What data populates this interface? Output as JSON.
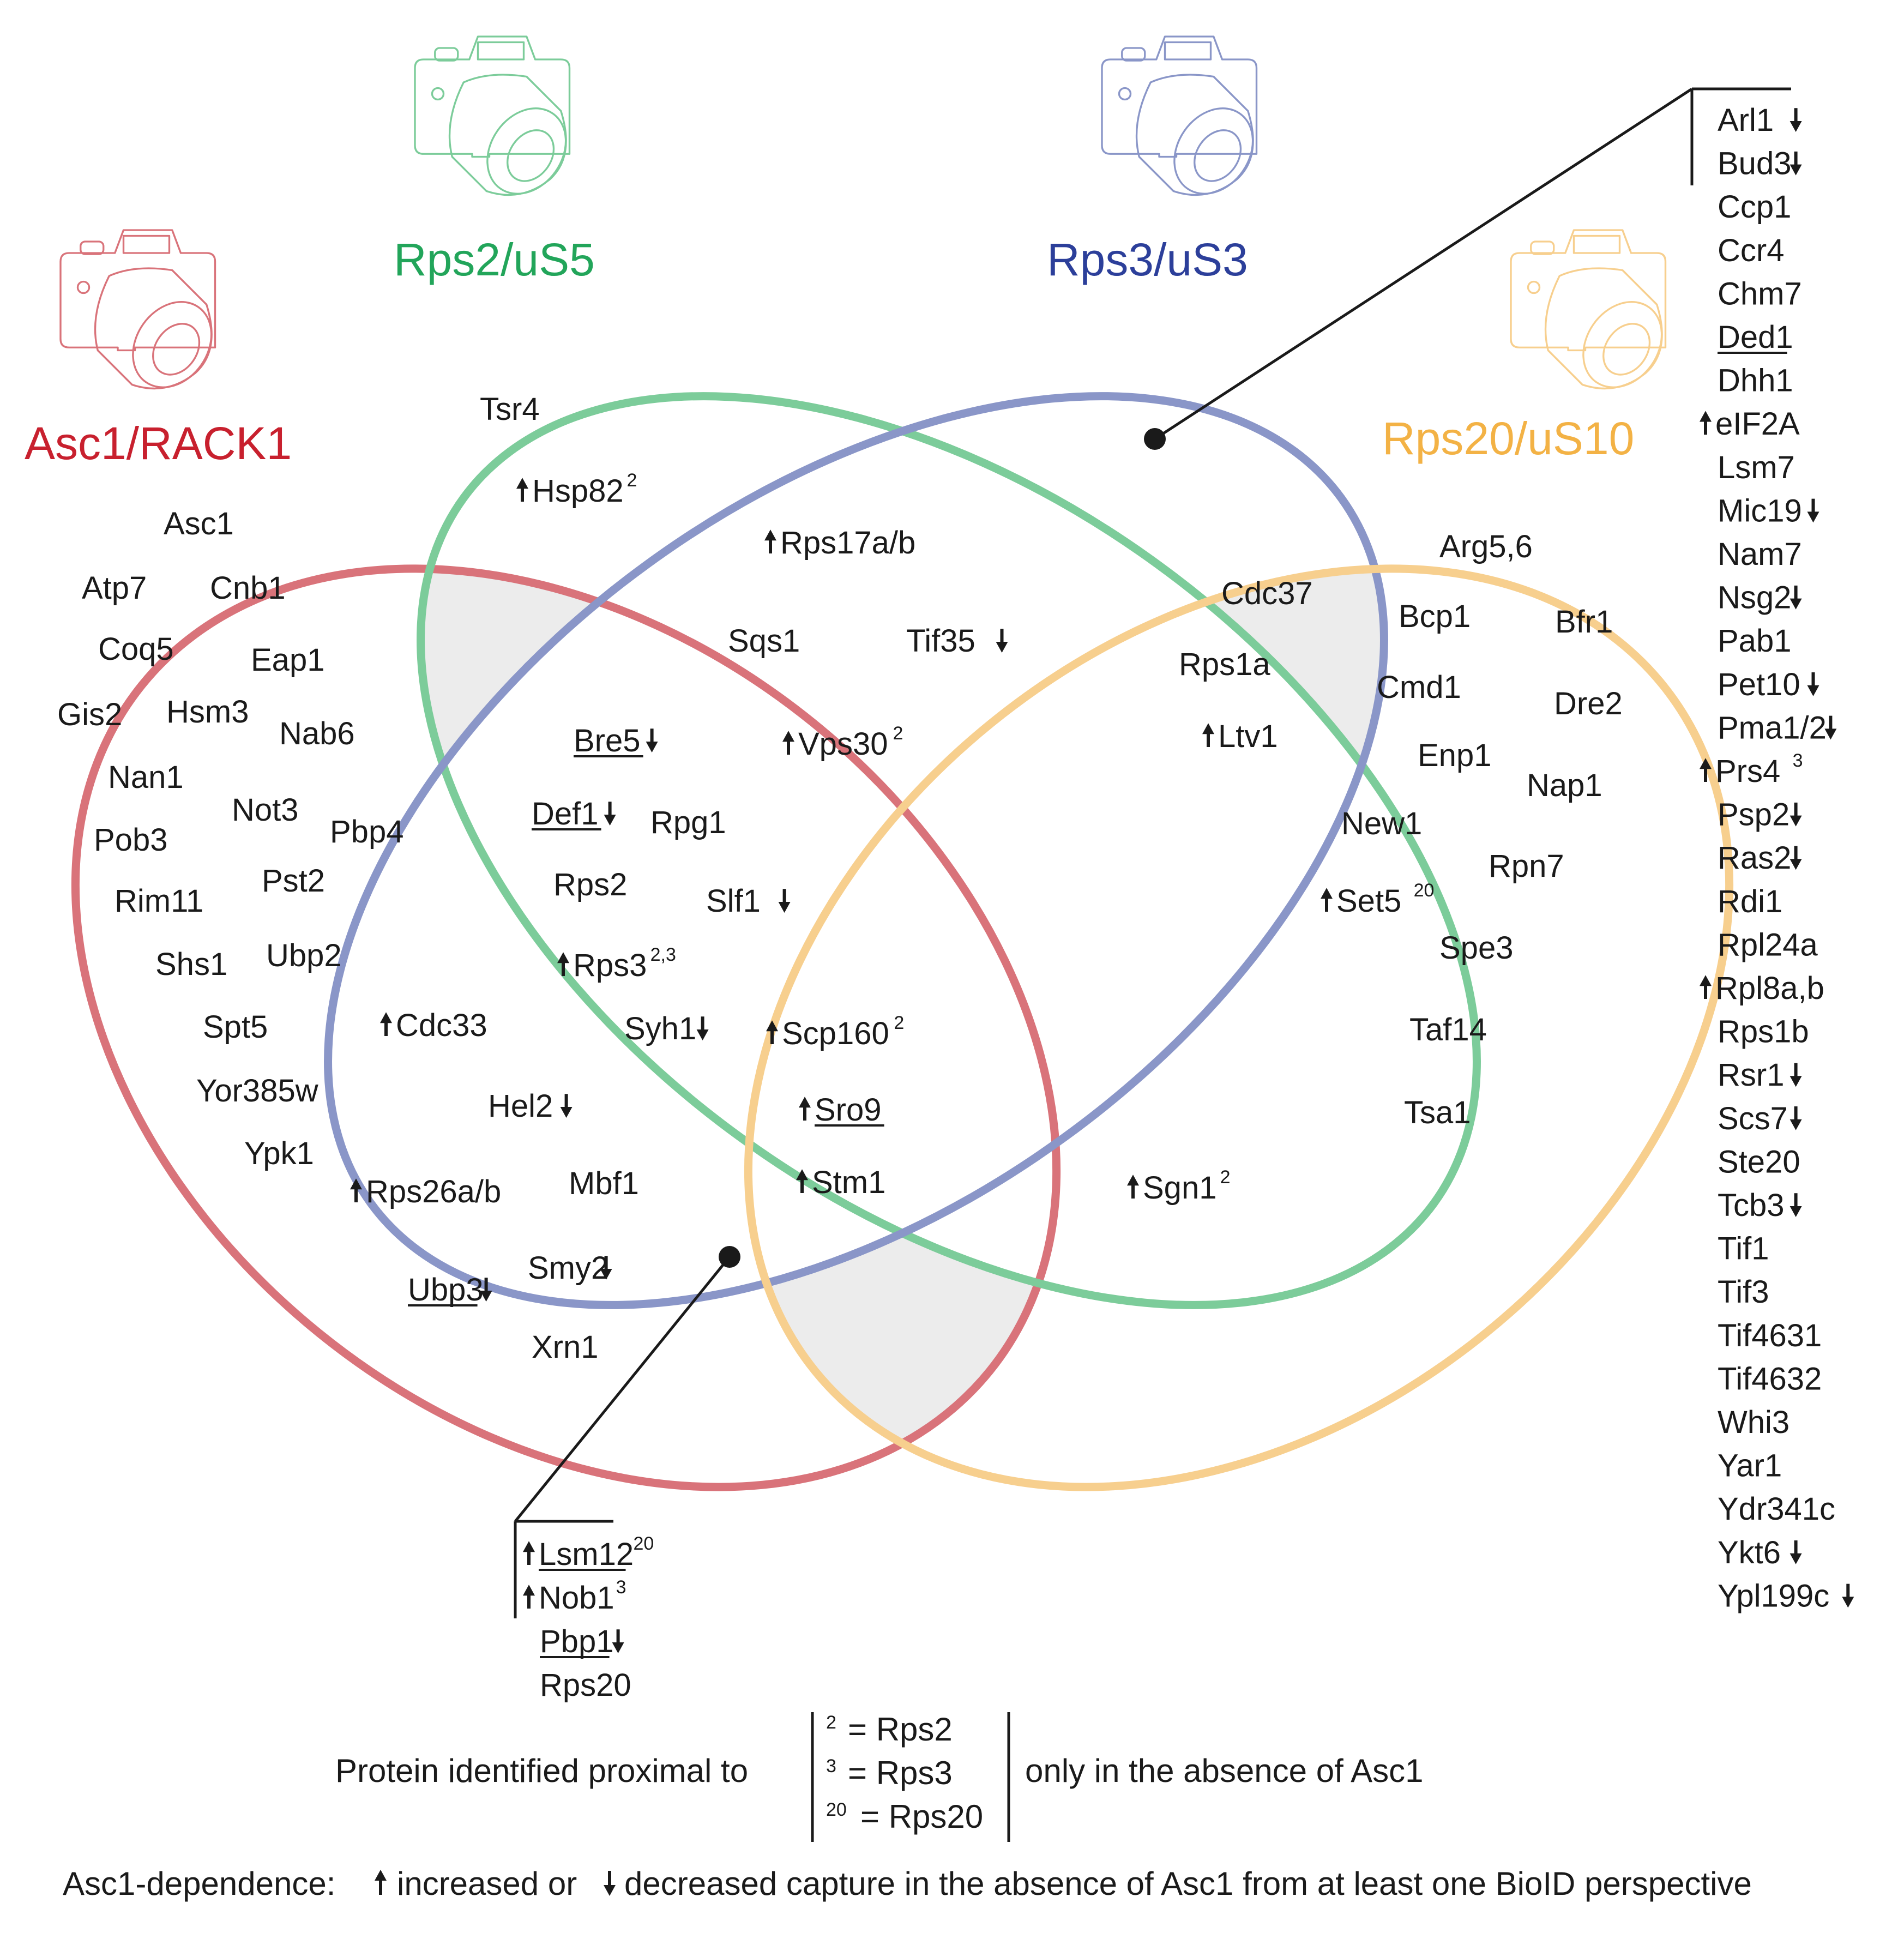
{
  "colors": {
    "asc1": "#d9737a",
    "asc1_title": "#c8202e",
    "rps2": "#7ccc9a",
    "rps2_title": "#22a55a",
    "rps3": "#8a96c8",
    "rps3_title": "#2c3f9a",
    "rps20": "#f7cf8e",
    "rps20_title": "#f3b245",
    "shade": "#ececec",
    "text": "#1a1a1a"
  },
  "titles": {
    "asc1": "Asc1/RACK1",
    "rps2": "Rps2/uS5",
    "rps3": "Rps3/uS3",
    "rps20": "Rps20/uS10"
  },
  "icons": [
    "camera-icon-red",
    "camera-icon-green",
    "camera-icon-blue",
    "camera-icon-orange"
  ],
  "proteins": [
    {
      "name": "Tsr4"
    },
    {
      "name": "Hsp82",
      "up": true,
      "sup": "2"
    },
    {
      "name": "Rps17a/b",
      "up": true
    },
    {
      "name": "Sqs1"
    },
    {
      "name": "Tif35",
      "down": true
    },
    {
      "name": "Asc1"
    },
    {
      "name": "Atp7"
    },
    {
      "name": "Cnb1"
    },
    {
      "name": "Coq5"
    },
    {
      "name": "Eap1"
    },
    {
      "name": "Gis2"
    },
    {
      "name": "Hsm3"
    },
    {
      "name": "Nab6"
    },
    {
      "name": "Nan1"
    },
    {
      "name": "Not3"
    },
    {
      "name": "Pob3"
    },
    {
      "name": "Pbp4"
    },
    {
      "name": "Pst2"
    },
    {
      "name": "Rim11"
    },
    {
      "name": "Shs1"
    },
    {
      "name": "Ubp2"
    },
    {
      "name": "Spt5"
    },
    {
      "name": "Yor385w"
    },
    {
      "name": "Ypk1"
    },
    {
      "name": "Bre5",
      "underline": true,
      "down": true
    },
    {
      "name": "Vps30",
      "up": true,
      "sup": "2"
    },
    {
      "name": "Def1",
      "underline": true,
      "down": true
    },
    {
      "name": "Rpg1"
    },
    {
      "name": "Rps2"
    },
    {
      "name": "Slf1",
      "down": true
    },
    {
      "name": "Rps3",
      "up": true,
      "sup": "2,3"
    },
    {
      "name": "Cdc33",
      "up": true
    },
    {
      "name": "Syh1",
      "down": true
    },
    {
      "name": "Scp160",
      "up": true,
      "sup": "2"
    },
    {
      "name": "Hel2",
      "down": true
    },
    {
      "name": "Sro9",
      "up": true,
      "underline": true
    },
    {
      "name": "Rps26a/b",
      "up": true
    },
    {
      "name": "Mbf1"
    },
    {
      "name": "Stm1",
      "up": true
    },
    {
      "name": "Ubp3",
      "underline": true,
      "down": true
    },
    {
      "name": "Smy2",
      "down": true
    },
    {
      "name": "Xrn1"
    },
    {
      "name": "Cdc37"
    },
    {
      "name": "Rps1a"
    },
    {
      "name": "Ltv1",
      "up": true
    },
    {
      "name": "Sgn1",
      "up": true,
      "sup": "2"
    },
    {
      "name": "Arg5,6"
    },
    {
      "name": "Bcp1"
    },
    {
      "name": "Bfr1"
    },
    {
      "name": "Cmd1"
    },
    {
      "name": "Dre2"
    },
    {
      "name": "Enp1"
    },
    {
      "name": "Nap1"
    },
    {
      "name": "New1"
    },
    {
      "name": "Rpn7"
    },
    {
      "name": "Set5",
      "up": true,
      "sup": "20"
    },
    {
      "name": "Spe3"
    },
    {
      "name": "Taf14"
    },
    {
      "name": "Tsa1"
    }
  ],
  "bottom_list": [
    {
      "name": "Lsm12",
      "up": true,
      "underline": true,
      "sup": "20"
    },
    {
      "name": "Nob1",
      "up": true,
      "sup": "3"
    },
    {
      "name": "Pbp1",
      "underline": true,
      "down": true
    },
    {
      "name": "Rps20"
    }
  ],
  "side_list": [
    {
      "name": "Arl1",
      "down": true
    },
    {
      "name": "Bud3",
      "down": true
    },
    {
      "name": "Ccp1"
    },
    {
      "name": "Ccr4"
    },
    {
      "name": "Chm7"
    },
    {
      "name": "Ded1",
      "underline": true
    },
    {
      "name": "Dhh1"
    },
    {
      "name": "eIF2A",
      "up": true
    },
    {
      "name": "Lsm7"
    },
    {
      "name": "Mic19",
      "down": true
    },
    {
      "name": "Nam7"
    },
    {
      "name": "Nsg2",
      "down": true
    },
    {
      "name": "Pab1"
    },
    {
      "name": "Pet10",
      "down": true
    },
    {
      "name": "Pma1/2",
      "down": true
    },
    {
      "name": "Prs4",
      "up": true,
      "sup": "3"
    },
    {
      "name": "Psp2",
      "down": true
    },
    {
      "name": "Ras2",
      "down": true
    },
    {
      "name": "Rdi1"
    },
    {
      "name": "Rpl24a"
    },
    {
      "name": "Rpl8a,b",
      "up": true
    },
    {
      "name": "Rps1b"
    },
    {
      "name": "Rsr1",
      "down": true
    },
    {
      "name": "Scs7",
      "down": true
    },
    {
      "name": "Ste20"
    },
    {
      "name": "Tcb3",
      "down": true
    },
    {
      "name": "Tif1"
    },
    {
      "name": "Tif3"
    },
    {
      "name": "Tif4631"
    },
    {
      "name": "Tif4632"
    },
    {
      "name": "Whi3"
    },
    {
      "name": "Yar1"
    },
    {
      "name": "Ydr341c"
    },
    {
      "name": "Ykt6",
      "down": true
    },
    {
      "name": "Ypl199c",
      "down": true
    }
  ],
  "legend": {
    "proximal_prefix": "Protein identified proximal to",
    "keys": [
      {
        "sup": "2",
        "label": "= Rps2"
      },
      {
        "sup": "3",
        "label": "= Rps3"
      },
      {
        "sup": "20",
        "label": "= Rps20"
      }
    ],
    "proximal_suffix": "only in the absence of Asc1",
    "dependence_prefix": "Asc1-dependence:",
    "dependence_mid": "increased or",
    "dependence_suffix": "decreased capture in the absence of Asc1 from at least one BioID perspective"
  }
}
